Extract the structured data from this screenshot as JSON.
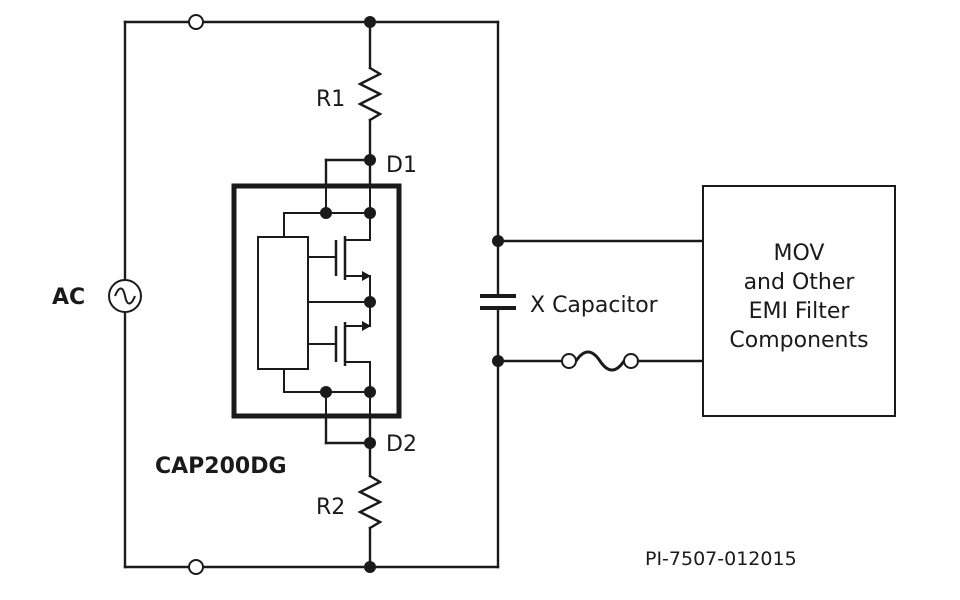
{
  "labels": {
    "ac": "AC",
    "r1": "R1",
    "r2": "R2",
    "d1": "D1",
    "d2": "D2",
    "x_capacitor": "X Capacitor",
    "chip": "CAP200DG",
    "filter_lines": [
      "MOV",
      "and Other",
      "EMI Filter",
      "Components"
    ],
    "doc_id": "PI-7507-012015"
  },
  "colors": {
    "ink": "#1a1a1a",
    "background": "#ffffff"
  },
  "icons": {
    "ac_source": "sine-in-circle",
    "fuse": "fuse-symbol",
    "resistor": "zigzag-resistor",
    "capacitor": "parallel-plate-capacitor",
    "mosfet": "n-channel-mosfet"
  }
}
